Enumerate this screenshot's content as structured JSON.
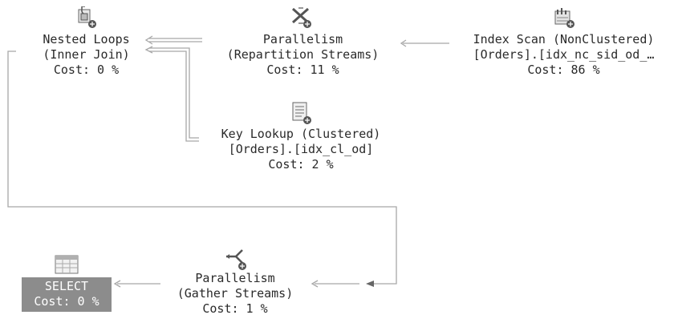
{
  "plan": {
    "nested_loops": {
      "name": "Nested Loops",
      "detail": "(Inner Join)",
      "cost": "Cost: 0 %",
      "icon": "nested-loops-icon"
    },
    "parallelism_repartition": {
      "name": "Parallelism",
      "detail": "(Repartition Streams)",
      "cost": "Cost: 11 %",
      "icon": "parallelism-repartition-icon"
    },
    "index_scan": {
      "name": "Index Scan (NonClustered)",
      "detail": "[Orders].[idx_nc_sid_od_…",
      "cost": "Cost: 86 %",
      "icon": "index-scan-icon"
    },
    "key_lookup": {
      "name": "Key Lookup (Clustered)",
      "detail": "[Orders].[idx_cl_od]",
      "cost": "Cost: 2 %",
      "icon": "key-lookup-icon"
    },
    "parallelism_gather": {
      "name": "Parallelism",
      "detail": "(Gather Streams)",
      "cost": "Cost: 1 %",
      "icon": "parallelism-gather-icon"
    },
    "select": {
      "name": "SELECT",
      "cost": "Cost: 0 %",
      "icon": "select-icon"
    }
  },
  "colors": {
    "connector": "#a8a8a8",
    "select_bg": "#8c8c8c",
    "text": "#2a2a2a"
  }
}
